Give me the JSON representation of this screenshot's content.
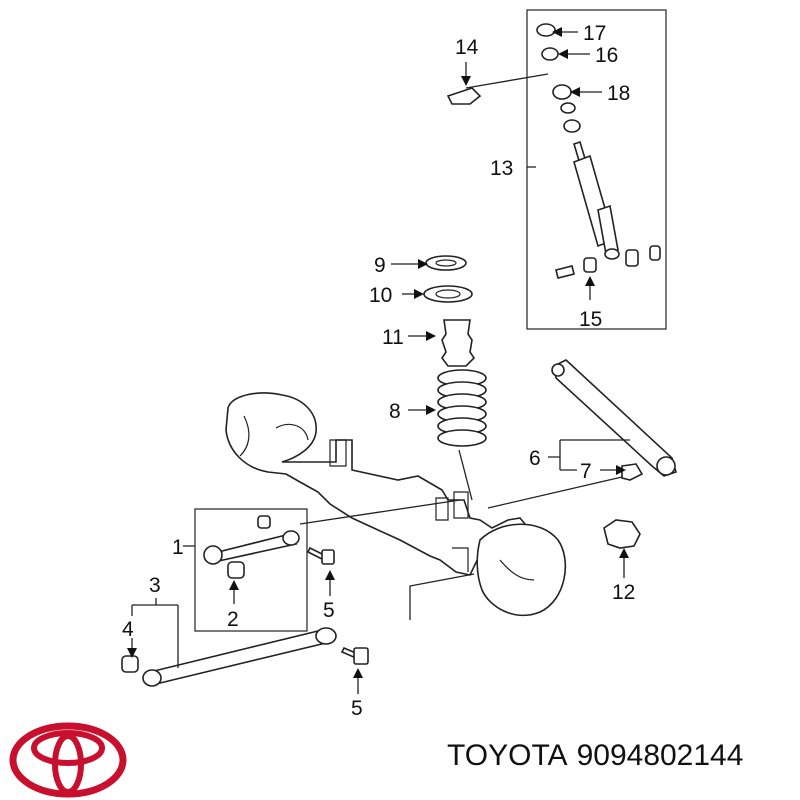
{
  "callouts": {
    "c1": "1",
    "c2": "2",
    "c3": "3",
    "c4": "4",
    "c5a": "5",
    "c5b": "5",
    "c6": "6",
    "c7": "7",
    "c8": "8",
    "c9": "9",
    "c10": "10",
    "c11": "11",
    "c12": "12",
    "c13": "13",
    "c14": "14",
    "c15": "15",
    "c16": "16",
    "c17": "17",
    "c18": "18"
  },
  "footer": {
    "brand": "TOYOTA",
    "part_number": "9094802144"
  },
  "colors": {
    "logo": "#c8102e",
    "ink": "#111111"
  },
  "icons": {
    "logo": "toyota-logo-icon"
  }
}
